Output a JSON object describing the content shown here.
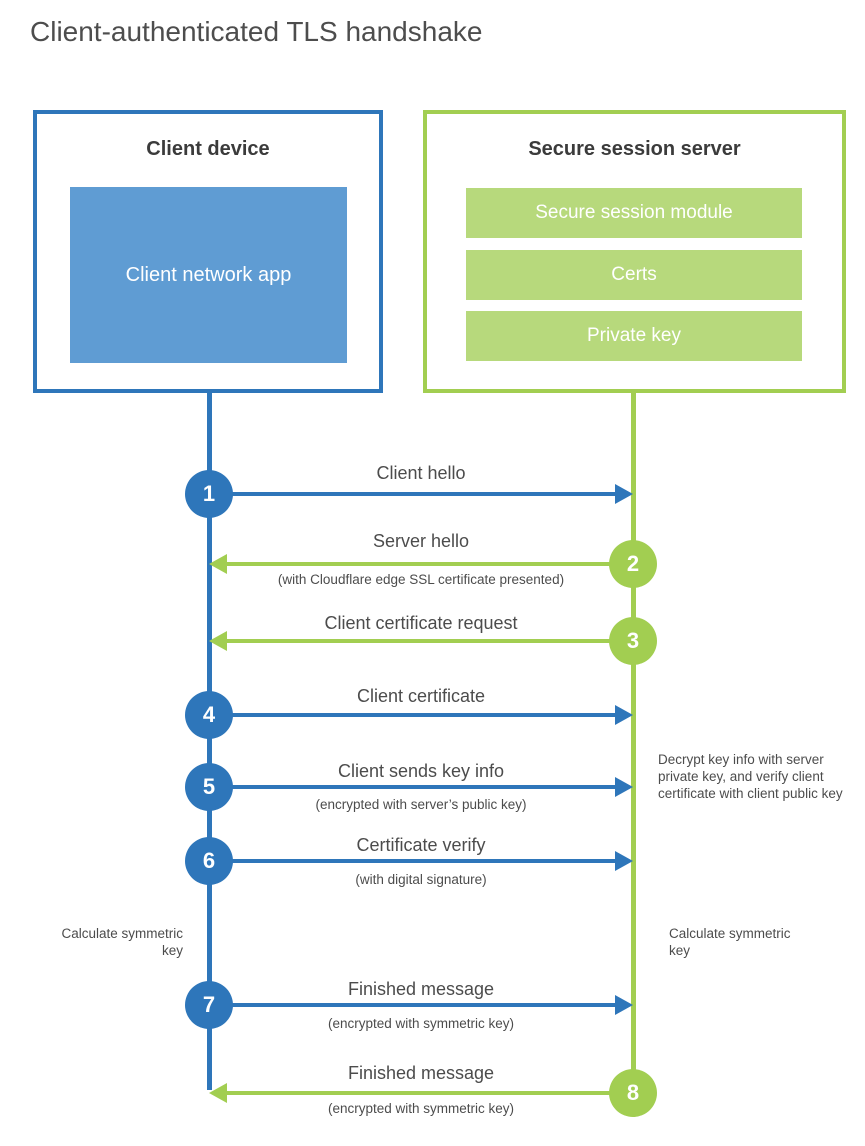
{
  "page": {
    "title": "Client-authenticated TLS handshake"
  },
  "colors": {
    "client_blue": "#2e76ba",
    "client_blue_fill": "#5f9cd3",
    "server_green": "#a2ce51",
    "server_green_fill": "#b7d97c",
    "heading_text": "#3b3b3b",
    "label_text": "#4c4c4c"
  },
  "client_box": {
    "title": "Client device",
    "app_label": "Client network app"
  },
  "server_box": {
    "title": "Secure session server",
    "modules": [
      "Secure session module",
      "Certs",
      "Private key"
    ]
  },
  "messages": [
    {
      "num": "1",
      "from": "client",
      "direction": "right",
      "label": "Client hello",
      "subtitle": ""
    },
    {
      "num": "2",
      "from": "server",
      "direction": "left",
      "label": "Server hello",
      "subtitle": "(with Cloudflare edge SSL certificate presented)"
    },
    {
      "num": "3",
      "from": "server",
      "direction": "left",
      "label": "Client certificate request",
      "subtitle": ""
    },
    {
      "num": "4",
      "from": "client",
      "direction": "right",
      "label": "Client certificate",
      "subtitle": ""
    },
    {
      "num": "5",
      "from": "client",
      "direction": "right",
      "label": "Client sends key info",
      "subtitle": "(encrypted with server’s public key)"
    },
    {
      "num": "6",
      "from": "client",
      "direction": "right",
      "label": "Certificate verify",
      "subtitle": "(with digital signature)"
    },
    {
      "num": "7",
      "from": "client",
      "direction": "right",
      "label": "Finished message",
      "subtitle": "(encrypted with symmetric key)"
    },
    {
      "num": "8",
      "from": "server",
      "direction": "left",
      "label": "Finished message",
      "subtitle": "(encrypted with symmetric key)"
    }
  ],
  "notes": {
    "server_note": "Decrypt key info with server private key, and verify client certificate with client public key",
    "client_calc": "Calculate symmetric key",
    "server_calc": "Calculate symmetric key"
  }
}
